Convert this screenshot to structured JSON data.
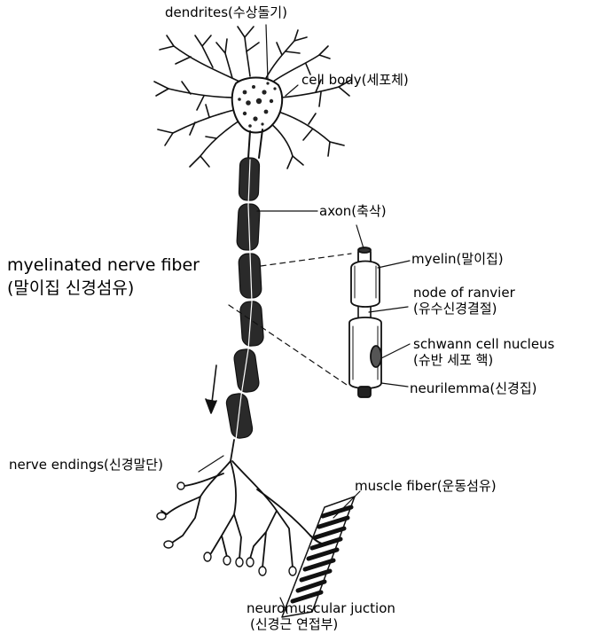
{
  "labels": {
    "dendrites": "dendrites(수상돌기)",
    "cell_body": "cell body(세포체)",
    "axon": "axon(축삭)",
    "myelinated_fiber_en": "myelinated nerve fiber",
    "myelinated_fiber_ko": "(말이집 신경섬유)",
    "myelin": "myelin(말이집)",
    "node_of_ranvier_en": "node of ranvier",
    "node_of_ranvier_ko": "(유수신경결절)",
    "schwann_nucleus_en": "schwann cell nucleus",
    "schwann_nucleus_ko": "(슈반 세포 핵)",
    "neurilemma": "neurilemma(신경집)",
    "nerve_endings": "nerve endings(신경말단)",
    "muscle_fiber": "muscle fiber(운동섬유)",
    "nmj_en": "neuromuscular juction",
    "nmj_ko": "(신경근 연접부)"
  }
}
